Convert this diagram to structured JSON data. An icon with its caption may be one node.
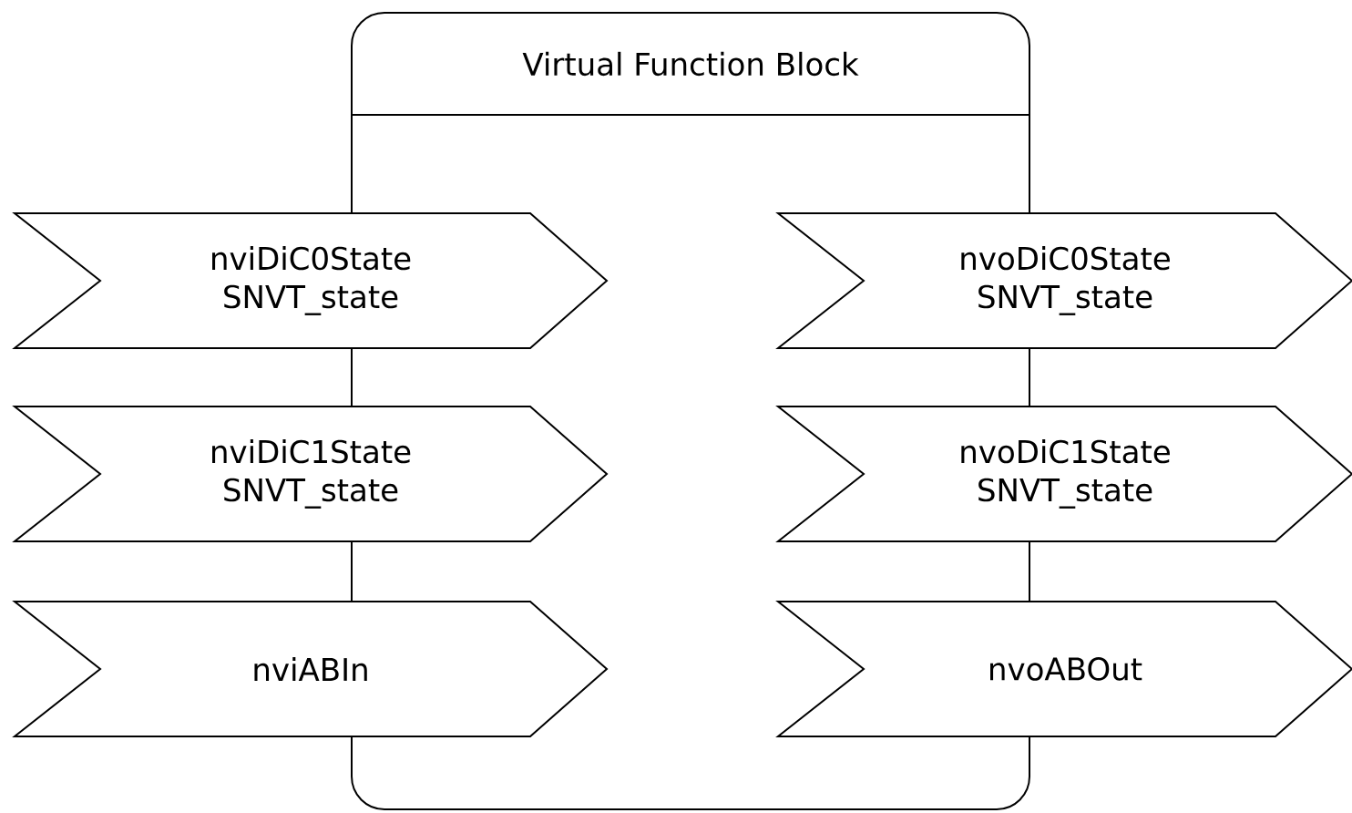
{
  "diagram": {
    "nodes": [
      {
        "text": [
          "Virtual Function Block"
        ]
      },
      {
        "text": [
          "nviDiC0State",
          "SNVT_state"
        ]
      },
      {
        "text": [
          "nvoDiC0State",
          "SNVT_state"
        ]
      },
      {
        "text": [
          "nviDiC1State",
          "SNVT_state"
        ]
      },
      {
        "text": [
          "nvoDiC1State",
          "SNVT_state"
        ]
      },
      {
        "text": [
          "nviABIn"
        ]
      },
      {
        "text": [
          "nvoABOut"
        ]
      }
    ]
  }
}
